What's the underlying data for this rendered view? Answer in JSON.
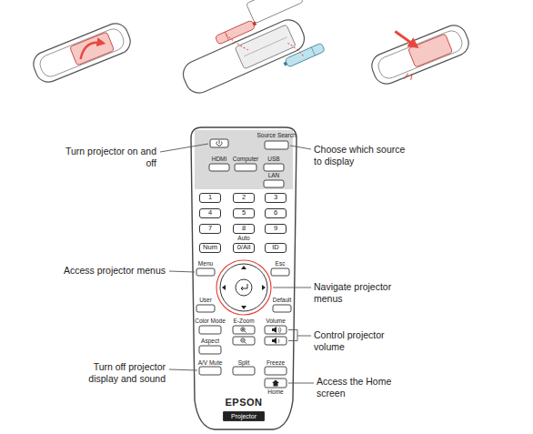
{
  "diagram": {
    "nodes": [
      {
        "text": [
          "1"
        ]
      },
      {
        "text": [
          "2"
        ]
      },
      {
        "text": [
          "3"
        ]
      },
      {
        "text": [
          "4"
        ]
      },
      {
        "text": [
          "5"
        ]
      },
      {
        "text": [
          "6"
        ]
      },
      {
        "text": [
          "7"
        ]
      },
      {
        "text": [
          "8"
        ]
      },
      {
        "text": [
          "9"
        ]
      },
      {
        "text": [
          "Num"
        ]
      },
      {
        "text": [
          "0/All"
        ]
      },
      {
        "text": [
          "ID"
        ]
      },
      {
        "text": [
          "Projector"
        ]
      }
    ],
    "labels": [
      "Turn projector on and off",
      "Source Search",
      "Choose which source to display",
      "HDMI",
      "Computer",
      "USB",
      "LAN",
      "Auto",
      "Menu",
      "Esc",
      "Access projector menus",
      "Navigate projector menus",
      "User",
      "Default",
      "Color Mode",
      "E-Zoom",
      "Volume",
      "Control projector volume",
      "Aspect",
      "A/V Mute",
      "Split",
      "Freeze",
      "Turn off projector display and sound",
      "Home",
      "Access the Home screen",
      "EPSON"
    ]
  }
}
